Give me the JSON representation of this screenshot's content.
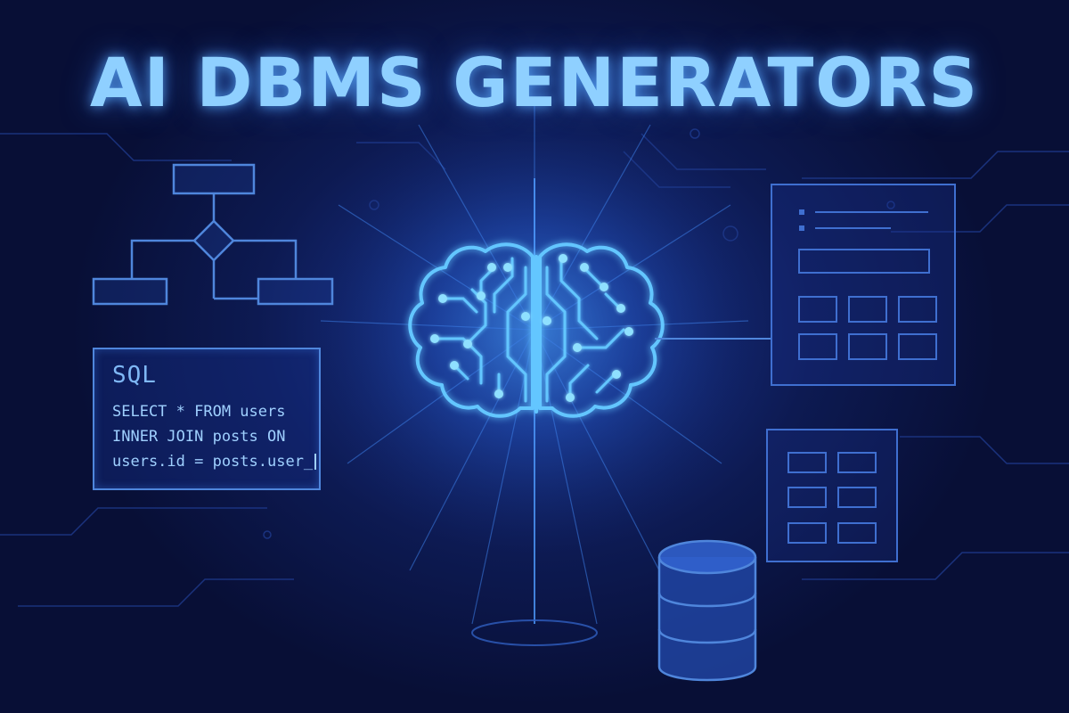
{
  "headline": "AI DBMS GENERATORS",
  "sql_panel": {
    "title": "SQL",
    "lines": [
      "SELECT * FROM users",
      "INNER JOIN posts ON",
      "users.id = posts.user_"
    ]
  },
  "colors": {
    "background": "#0a1238",
    "glow": "#4fb8ff",
    "line": "#3f6fd0",
    "title": "#8fd0ff"
  },
  "icons": [
    "brain-circuit-icon",
    "database-icon",
    "flowchart-diagram",
    "form-window",
    "grid-table-window"
  ]
}
